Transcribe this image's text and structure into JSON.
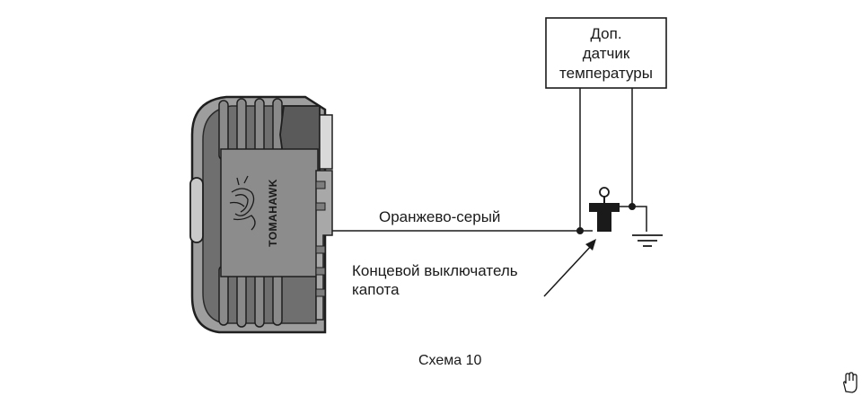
{
  "unit": {
    "brand": "TOMAHAWK"
  },
  "sensor": {
    "line1": "Доп.",
    "line2": "датчик",
    "line3": "температуры"
  },
  "wire": {
    "label": "Оранжево-серый"
  },
  "switch": {
    "line1": "Концевой выключатель",
    "line2": "капота"
  },
  "caption": "Схема 10",
  "icons": [
    "hand-cursor-icon"
  ]
}
